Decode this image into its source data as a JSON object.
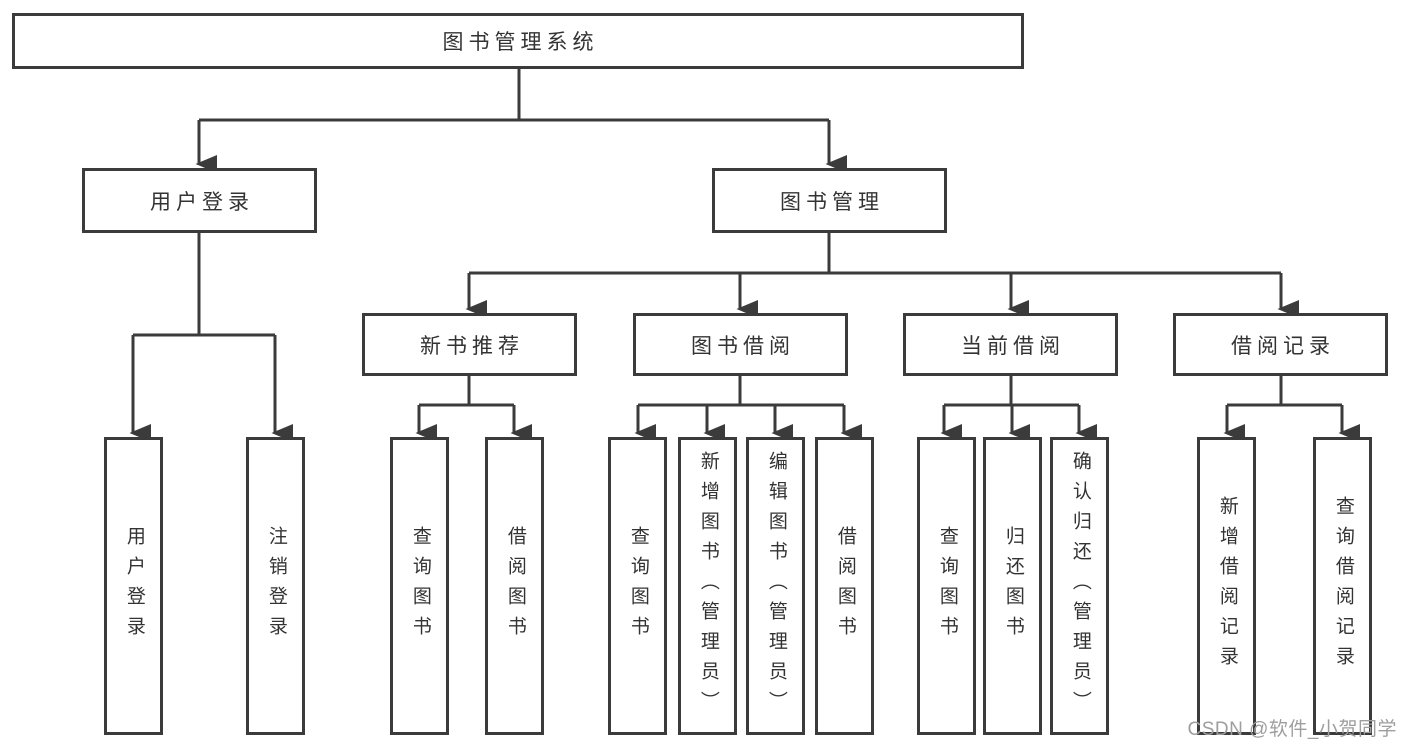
{
  "tree": {
    "label": "图书管理系统",
    "children": [
      {
        "label": "用户登录",
        "children": [
          {
            "label": "用户登录"
          },
          {
            "label": "注销登录"
          }
        ]
      },
      {
        "label": "图书管理",
        "children": [
          {
            "label": "新书推荐",
            "children": [
              {
                "label": "查询图书"
              },
              {
                "label": "借阅图书"
              }
            ]
          },
          {
            "label": "图书借阅",
            "children": [
              {
                "label": "查询图书"
              },
              {
                "label": "新增图书（管理员）"
              },
              {
                "label": "编辑图书（管理员）"
              },
              {
                "label": "借阅图书"
              }
            ]
          },
          {
            "label": "当前借阅",
            "children": [
              {
                "label": "查询图书"
              },
              {
                "label": "归还图书"
              },
              {
                "label": "确认归还（管理员）"
              }
            ]
          },
          {
            "label": "借阅记录",
            "children": [
              {
                "label": "新增借阅记录"
              },
              {
                "label": "查询借阅记录"
              }
            ]
          }
        ]
      }
    ]
  },
  "watermark": {
    "text": "CSDN @软件_小贺同学"
  },
  "colors": {
    "line": "#3b3b3b",
    "box_border": "#3b3b3b",
    "text": "#333333",
    "watermark": "#9e9e9e",
    "background": "#ffffff"
  }
}
